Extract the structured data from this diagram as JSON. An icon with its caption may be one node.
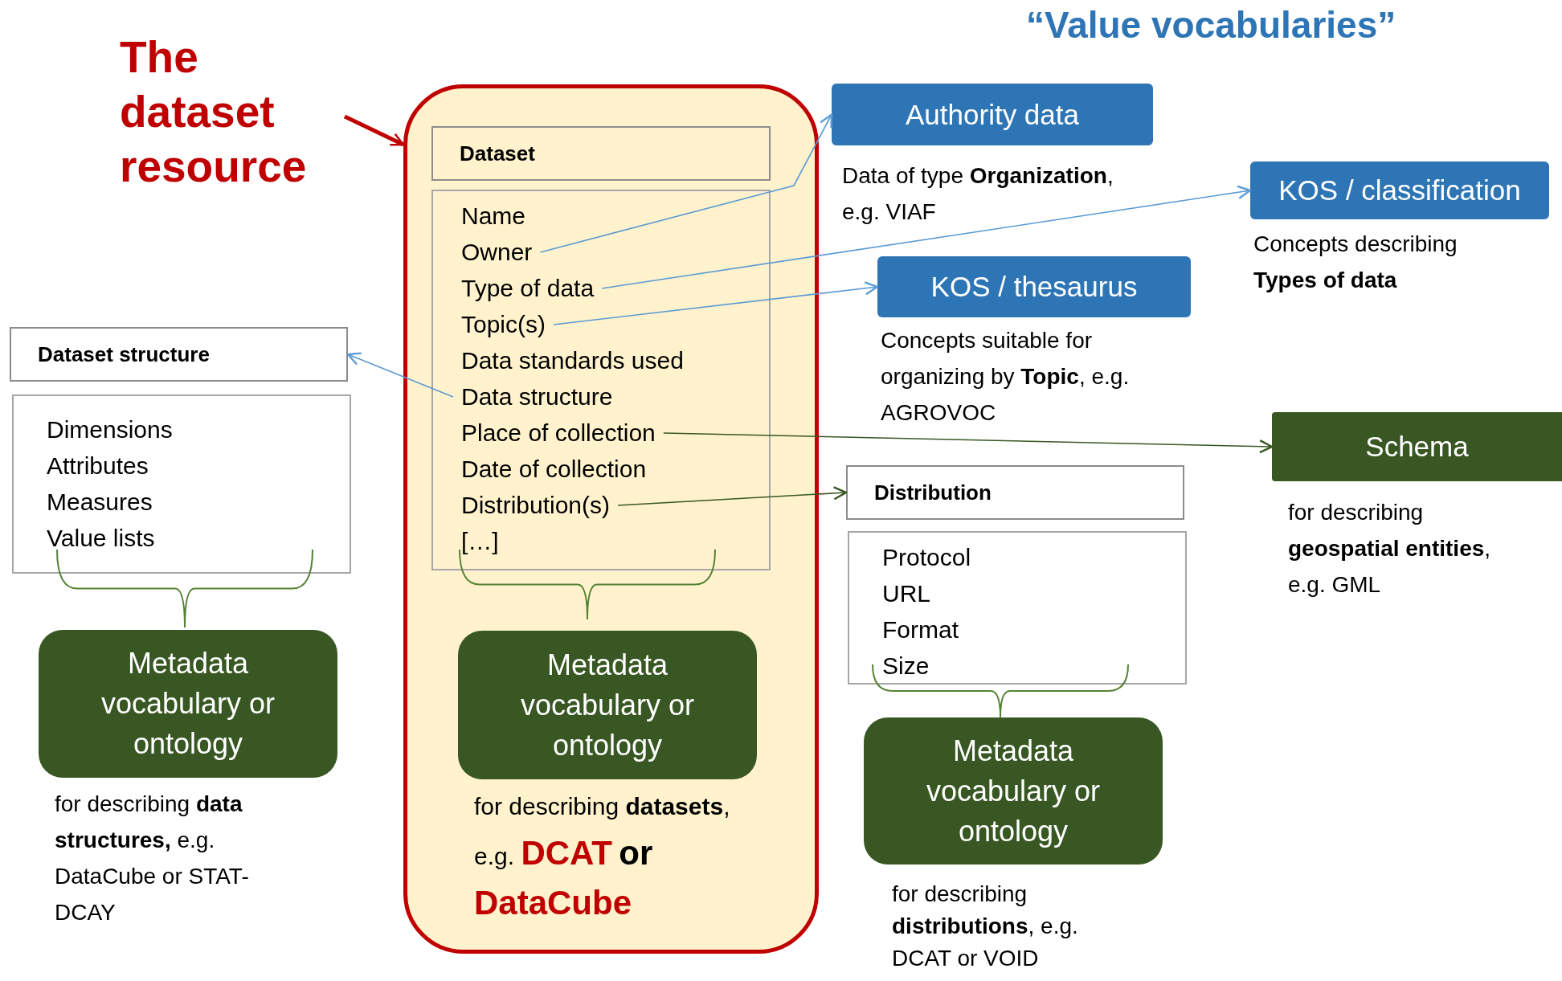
{
  "diagram": {
    "title": "“Value vocabularies”",
    "nodes": [
      {
        "text": [
          "The dataset resource"
        ]
      },
      {
        "text": [],
        "shape": "box"
      },
      {
        "text": [
          "Dataset"
        ],
        "in": 1
      },
      {
        "text": [],
        "shape": "box",
        "in": 1
      },
      {
        "text": [
          "Name"
        ],
        "in": 3
      },
      {
        "text": [
          "Owner"
        ],
        "in": 3
      },
      {
        "text": [
          "Type of data"
        ],
        "in": 3
      },
      {
        "text": [
          "Topic(s)"
        ],
        "in": 3
      },
      {
        "text": [
          "Data standards used"
        ],
        "in": 3
      },
      {
        "text": [
          "Data structure"
        ],
        "in": 3
      },
      {
        "text": [
          "Place of collection"
        ],
        "in": 3
      },
      {
        "text": [
          "Date of collection"
        ],
        "in": 3
      },
      {
        "text": [
          "Distribution(s)"
        ],
        "in": 3
      },
      {
        "text": [
          "[…]"
        ],
        "in": 3
      },
      {
        "text": [
          "Metadata vocabulary or ontology"
        ],
        "in": 1,
        "beside": [
          "for describing **datasets**, e.g. **DCAT** **or** **DataCube**"
        ]
      },
      {
        "text": [
          "Authority data"
        ],
        "beside": [
          "Data of type **Organization**, e.g. VIAF"
        ]
      },
      {
        "text": [
          "KOS / classification"
        ],
        "beside": [
          "Concepts describing **Types of data**"
        ]
      },
      {
        "text": [
          "KOS / thesaurus"
        ],
        "beside": [
          "Concepts suitable for organizing by **Topic**, e.g. AGROVOC"
        ]
      },
      {
        "text": [
          "Dataset structure"
        ]
      },
      {
        "text": [
          "Dimensions",
          "Attributes",
          "Measures",
          "Value lists"
        ]
      },
      {
        "text": [
          "Metadata vocabulary or ontology"
        ],
        "beside": [
          "for describing **data structures,** e.g. DataCube or STAT-DCAY"
        ]
      },
      {
        "text": [
          "Schema"
        ],
        "beside": [
          "for describing **geospatial entities**, e.g. GML"
        ]
      },
      {
        "text": [
          "Distribution"
        ]
      },
      {
        "text": [
          "Protocol",
          "URL",
          "Format",
          "Size"
        ]
      },
      {
        "text": [
          "Metadata vocabulary or ontology"
        ],
        "beside": [
          "for describing **distributions**, e.g. DCAT or VOID"
        ]
      }
    ],
    "edges": [
      {
        "from": 0,
        "to": 1,
        "arrow": "to",
        "style": "thick",
        "color": "#c00000"
      },
      {
        "from": 5,
        "to": 15,
        "arrow": "to"
      },
      {
        "from": 6,
        "to": 16,
        "arrow": "to"
      },
      {
        "from": 7,
        "to": 17,
        "arrow": "to"
      },
      {
        "from": 9,
        "to": 18,
        "arrow": "to"
      },
      {
        "from": 10,
        "to": 21,
        "arrow": "to",
        "color": "#385723"
      },
      {
        "from": 12,
        "to": 22,
        "arrow": "to",
        "color": "#385723"
      }
    ]
  }
}
